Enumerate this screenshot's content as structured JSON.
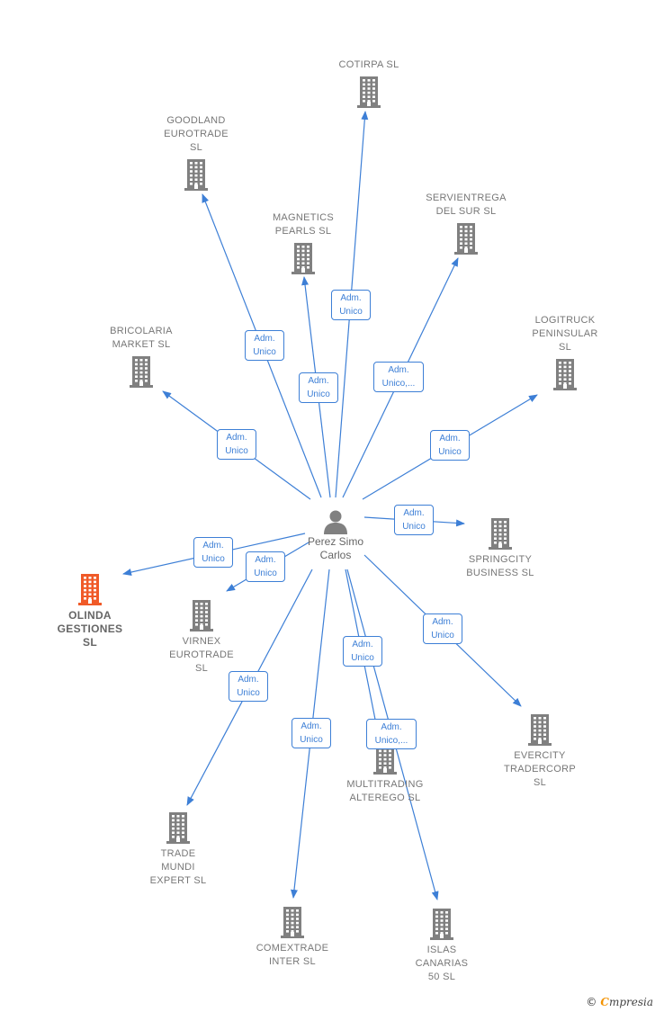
{
  "colors": {
    "edge": "#3d7fd6",
    "company_icon": "#808080",
    "company_icon_highlight": "#f05a28",
    "person_icon": "#808080",
    "brand_accent": "#f39200"
  },
  "person": {
    "name": "Perez Simo\nCarlos",
    "icon": "person-icon"
  },
  "companies": [
    {
      "id": "cotirpa",
      "name": "COTIRPA SL",
      "highlight": false
    },
    {
      "id": "goodland",
      "name": "GOODLAND\nEUROTRADE\nSL",
      "highlight": false
    },
    {
      "id": "servientrega",
      "name": "SERVIENTREGA\nDEL SUR  SL",
      "highlight": false
    },
    {
      "id": "magnetics",
      "name": "MAGNETICS\nPEARLS  SL",
      "highlight": false
    },
    {
      "id": "logitruck",
      "name": "LOGITRUCK\nPENINSULAR\nSL",
      "highlight": false
    },
    {
      "id": "bricolaria",
      "name": "BRICOLARIA\nMARKET  SL",
      "highlight": false
    },
    {
      "id": "springcity",
      "name": "SPRINGCITY\nBUSINESS  SL",
      "highlight": false
    },
    {
      "id": "olinda",
      "name": "OLINDA\nGESTIONES\nSL",
      "highlight": true
    },
    {
      "id": "virnex",
      "name": "VIRNEX\nEUROTRADE\nSL",
      "highlight": false
    },
    {
      "id": "evercity",
      "name": "EVERCITY\nTRADERCORP\nSL",
      "highlight": false
    },
    {
      "id": "multitrading",
      "name": "MULTITRADING\nALTEREGO  SL",
      "highlight": false
    },
    {
      "id": "trademundi",
      "name": "TRADE\nMUNDI\nEXPERT  SL",
      "highlight": false
    },
    {
      "id": "comextrade",
      "name": "COMEXTRADE\nINTER  SL",
      "highlight": false
    },
    {
      "id": "islas",
      "name": "ISLAS\nCANARIAS\n50 SL",
      "highlight": false
    }
  ],
  "roles": [
    {
      "target": "cotirpa",
      "label": "Adm.\nUnico"
    },
    {
      "target": "goodland",
      "label": "Adm.\nUnico"
    },
    {
      "target": "servientrega",
      "label": "Adm.\nUnico,..."
    },
    {
      "target": "magnetics",
      "label": "Adm.\nUnico"
    },
    {
      "target": "logitruck",
      "label": "Adm.\nUnico"
    },
    {
      "target": "bricolaria",
      "label": "Adm.\nUnico"
    },
    {
      "target": "springcity",
      "label": "Adm.\nUnico"
    },
    {
      "target": "olinda",
      "label": "Adm.\nUnico"
    },
    {
      "target": "virnex",
      "label": "Adm.\nUnico"
    },
    {
      "target": "evercity",
      "label": "Adm.\nUnico"
    },
    {
      "target": "multitrading",
      "label": "Adm.\nUnico"
    },
    {
      "target": "trademundi",
      "label": "Adm.\nUnico"
    },
    {
      "target": "comextrade",
      "label": "Adm.\nUnico"
    },
    {
      "target": "islas",
      "label": "Adm.\nUnico,..."
    }
  ],
  "brand": {
    "copyright": "©",
    "name_first": "C",
    "name_rest": "mpresia"
  }
}
